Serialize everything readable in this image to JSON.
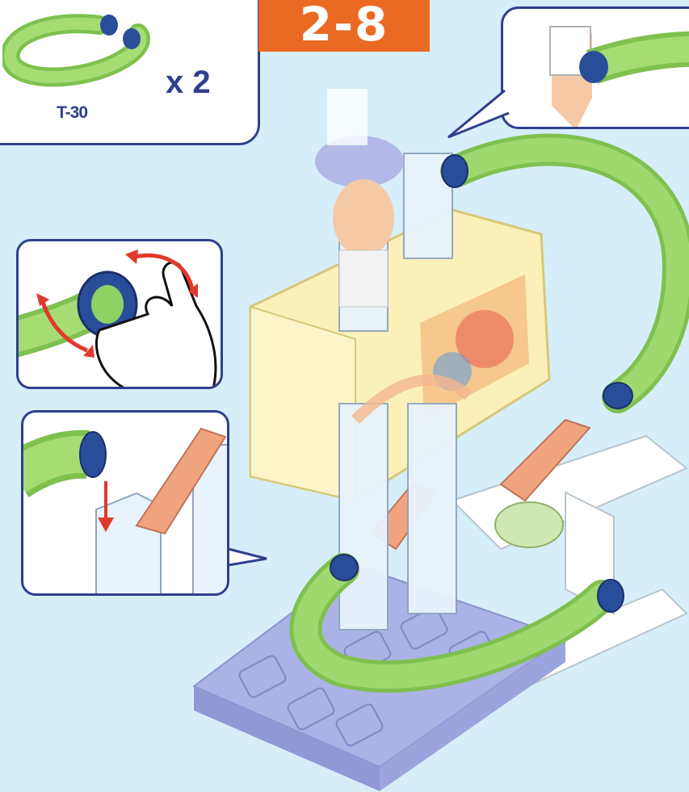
{
  "step": {
    "label": "2-8"
  },
  "parts": {
    "code": "T-30",
    "quantity": "x 2"
  },
  "colors": {
    "background": "#d6eef9",
    "tube_green": "#8fd163",
    "connector_blue": "#2a4d9a",
    "badge_orange": "#ea6a23",
    "callout_border": "#2f3f8f",
    "arrow_red": "#e2392b",
    "box_yellow": "#fbf1b8",
    "base_purple": "#aab3e6",
    "slide_salmon": "#f0a47e"
  },
  "icons": [
    "tube-part-icon",
    "rotate-arrows-icon",
    "hand-icon",
    "insert-arrow-icon"
  ]
}
